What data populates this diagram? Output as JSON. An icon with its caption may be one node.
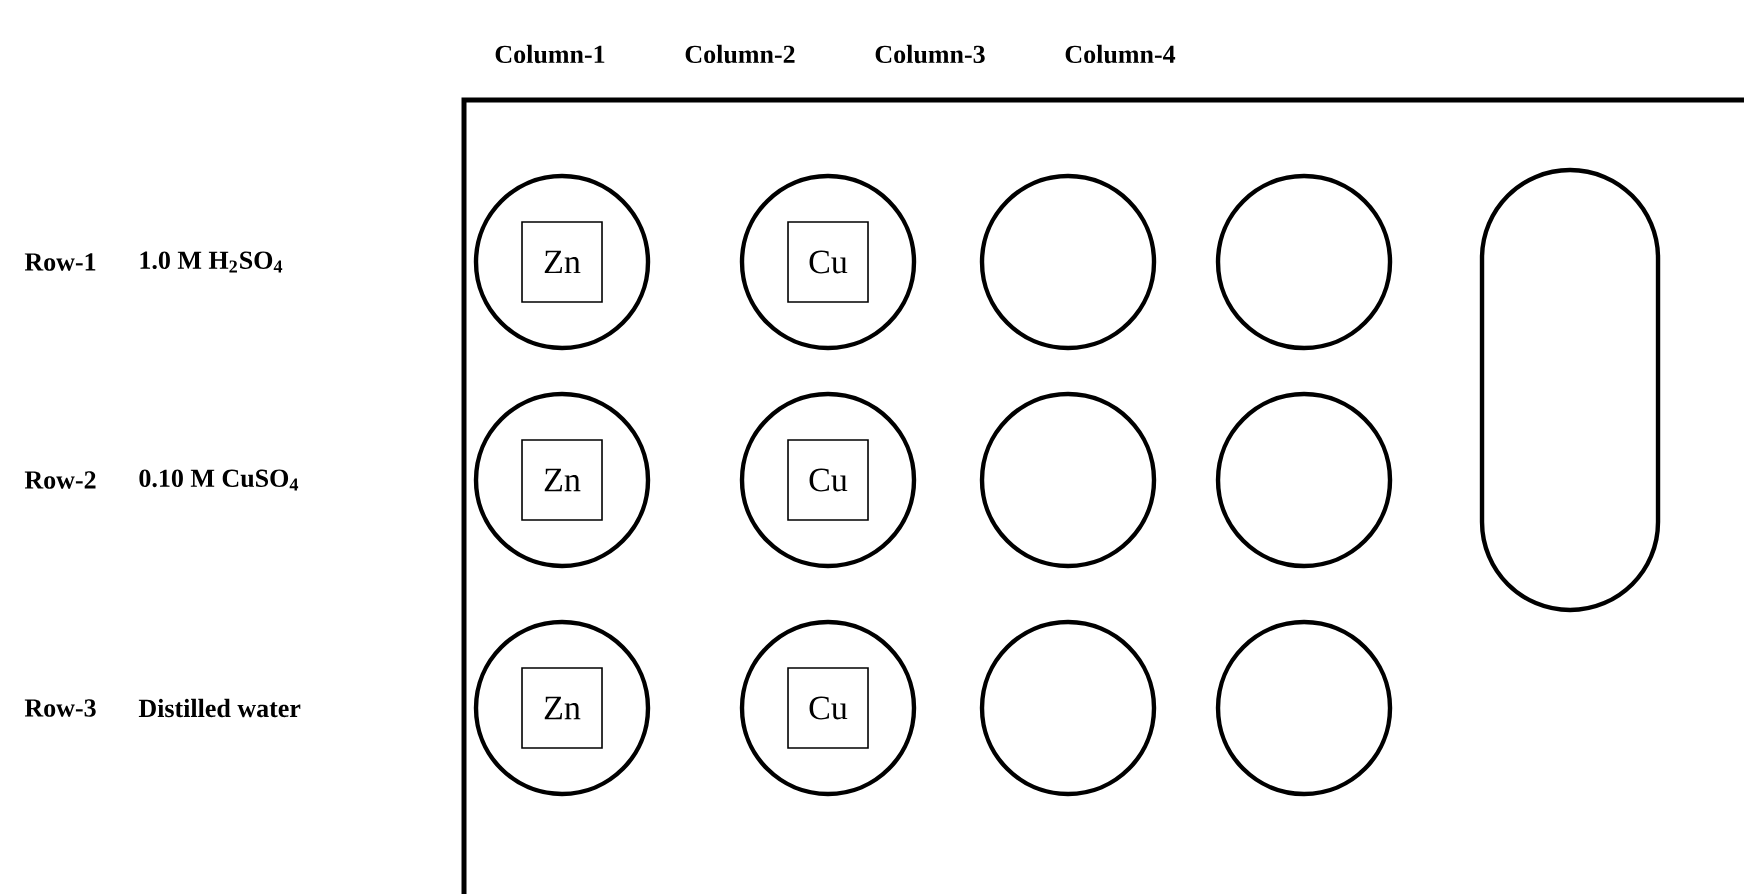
{
  "diagram": {
    "nodes": [
      {
        "text": [],
        "shape": "circle"
      },
      {
        "text": [
          "Zn"
        ],
        "in": 0
      },
      {
        "text": [],
        "shape": "circle"
      },
      {
        "text": [
          "Cu"
        ],
        "in": 2
      },
      {
        "text": [],
        "shape": "circle"
      },
      {
        "text": [],
        "shape": "circle"
      },
      {
        "text": [],
        "shape": "oval"
      },
      {
        "text": [],
        "shape": "circle"
      },
      {
        "text": [
          "Zn"
        ],
        "in": 7
      },
      {
        "text": [],
        "shape": "circle"
      },
      {
        "text": [
          "Cu"
        ],
        "in": 9
      },
      {
        "text": [],
        "shape": "circle"
      },
      {
        "text": [],
        "shape": "circle"
      },
      {
        "text": [],
        "shape": "circle"
      },
      {
        "text": [
          "Zn"
        ],
        "in": 13
      },
      {
        "text": [],
        "shape": "circle"
      },
      {
        "text": [
          "Cu"
        ],
        "in": 15
      },
      {
        "text": [],
        "shape": "circle"
      },
      {
        "text": [],
        "shape": "circle"
      }
    ],
    "labels": [
      "Column-1",
      "Column-2",
      "Column-3",
      "Column-4",
      "Row-1",
      "1.0 M H$_{2}$SO$_{4}$",
      "Row-2",
      "0.10 M CuSO$_{4}$",
      "Row-3",
      "Distilled water"
    ]
  }
}
